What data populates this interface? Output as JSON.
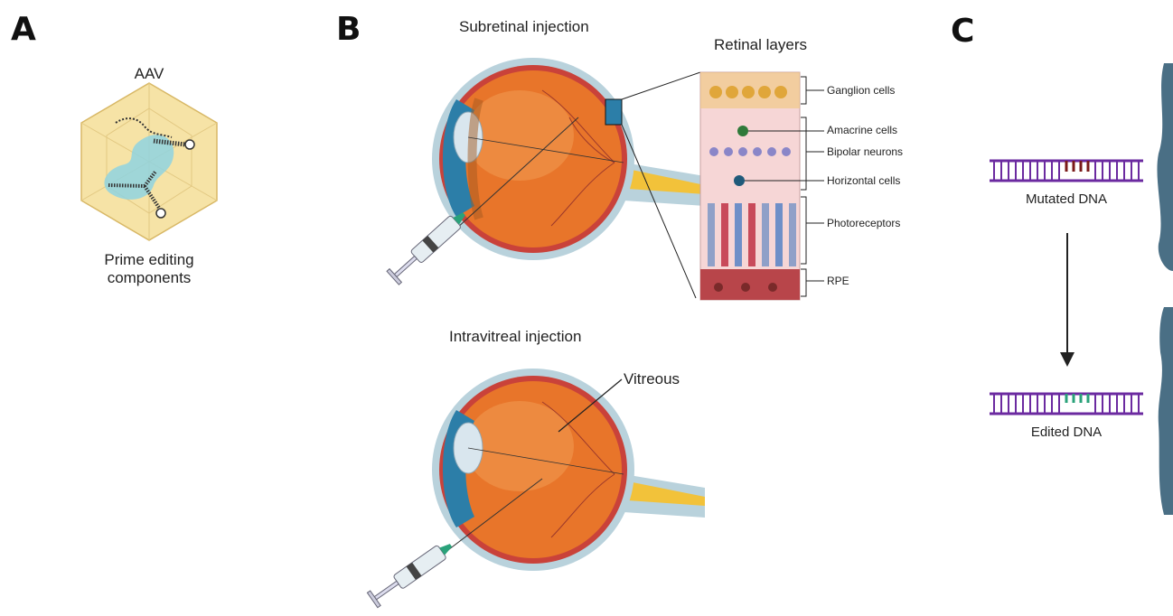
{
  "panels": {
    "a": {
      "letter": "A",
      "capsid_label": "AAV",
      "cargo_label_line1": "Prime editing",
      "cargo_label_line2": "components"
    },
    "b": {
      "letter": "B",
      "subretinal_title": "Subretinal injection",
      "retinal_layers_title": "Retinal layers",
      "layers": [
        "Ganglion cells",
        "Amacrine cells",
        "Bipolar neurons",
        "Horizontal cells",
        "Photoreceptors",
        "RPE"
      ],
      "intravitreal_title": "Intravitreal injection",
      "vitreous_label": "Vitreous"
    },
    "c": {
      "letter": "C",
      "mutated_label": "Mutated DNA",
      "edited_label": "Edited DNA"
    }
  },
  "colors": {
    "capsid": "#f6e3a6",
    "cargo": "#8fd3e0",
    "eyeball": "#e8752a",
    "sclera": "#b9d2dc",
    "dna": "#6b2aa0",
    "mutation": "#7a1a1a",
    "edit": "#2aa27a",
    "cell_blue": "#4a6f85"
  }
}
